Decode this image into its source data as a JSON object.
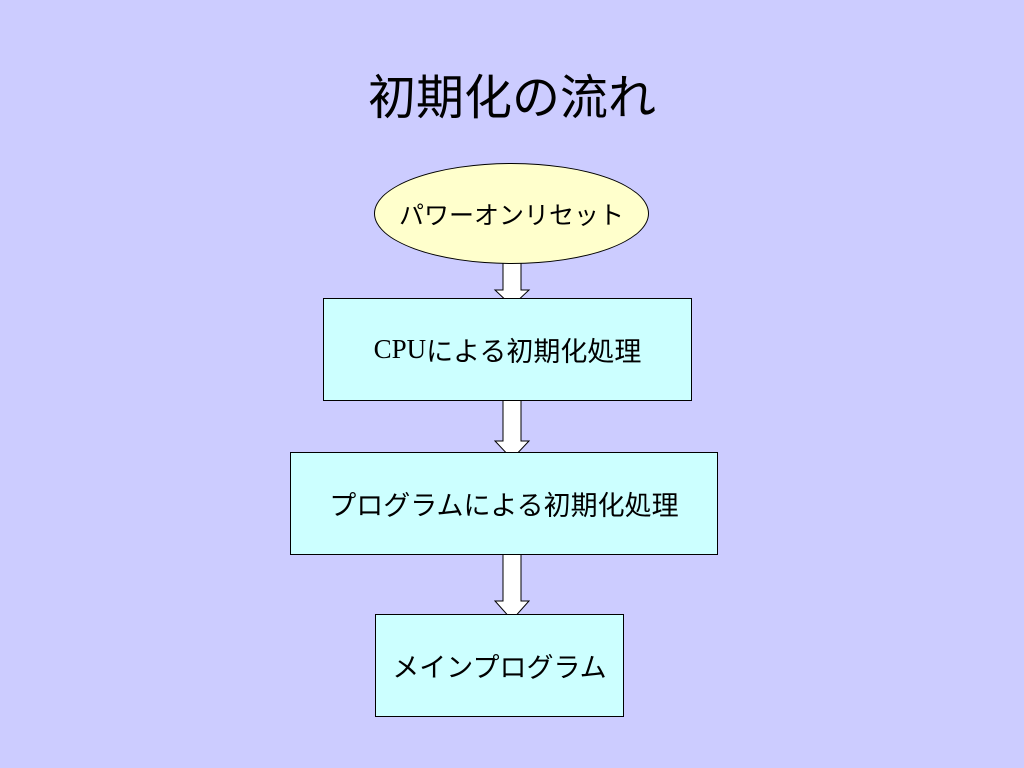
{
  "title": "初期化の流れ",
  "flow": {
    "start": "パワーオンリセット",
    "step1_prefix": "CPU",
    "step1_suffix": "による初期化処理",
    "step2": "プログラムによる初期化処理",
    "step3": "メインプログラム"
  },
  "colors": {
    "background": "#ccccff",
    "start_fill": "#ffffcc",
    "step_fill": "#ccffff",
    "arrow_fill": "#ffffff",
    "stroke": "#000000"
  }
}
